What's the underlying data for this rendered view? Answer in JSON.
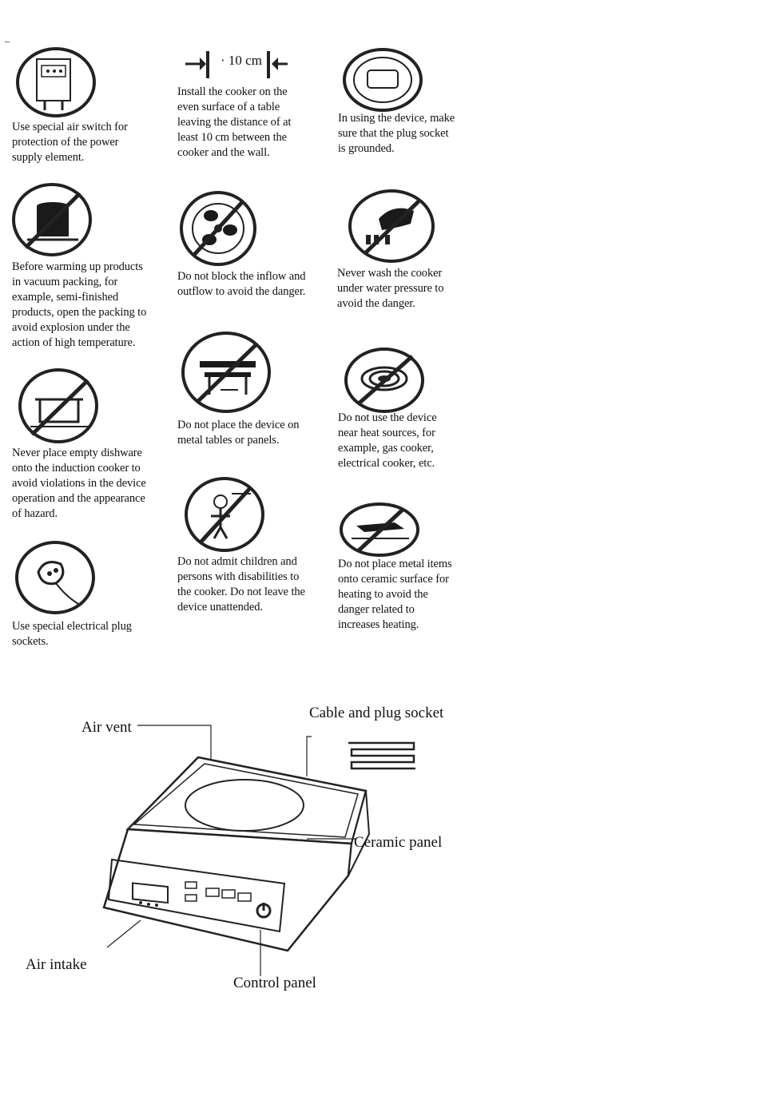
{
  "page_mark": "–",
  "distance_label": "· 10 cm",
  "warnings": [
    {
      "id": "air-switch",
      "icon": "electrical-panel-icon",
      "text": "Use special air switch for\nprotection of the power\nsupply element."
    },
    {
      "id": "distance",
      "icon": "wall-distance-icon",
      "text": "Install the cooker on the\neven surface of a table\nleaving the distance of at\nleast 10 cm between the\ncooker and the wall."
    },
    {
      "id": "grounded",
      "icon": "socket-icon",
      "text": "In using the device, make\nsure that the plug socket\nis grounded."
    },
    {
      "id": "vacuum",
      "icon": "no-vacuum-pack-icon",
      "text": "Before warming up products\nin vacuum packing, for\nexample, semi-finished\nproducts, open the packing to\navoid explosion under the\naction of high temperature."
    },
    {
      "id": "airflow",
      "icon": "no-block-fan-icon",
      "text": "Do not block the inflow and\noutflow to avoid the danger."
    },
    {
      "id": "wash",
      "icon": "no-wash-icon",
      "text": "Never wash the cooker\nunder water pressure to\navoid the danger."
    },
    {
      "id": "metal-table",
      "icon": "no-metal-table-icon",
      "text": "Do not place the device on\nmetal tables or panels."
    },
    {
      "id": "heat-source",
      "icon": "no-heat-source-icon",
      "text": "Do not use the device\nnear heat sources, for\nexample, gas cooker,\nelectrical cooker, etc."
    },
    {
      "id": "empty-dish",
      "icon": "no-empty-pot-icon",
      "text": "Never place empty dishware\nonto the induction cooker to\navoid violations in the device\noperation and the appearance\nof hazard."
    },
    {
      "id": "children",
      "icon": "no-children-icon",
      "text": "Do not admit children and\npersons with disabilities to\nthe cooker. Do not leave the\ndevice unattended."
    },
    {
      "id": "metal-items",
      "icon": "no-metal-items-icon",
      "text": "Do not place metal items\nonto ceramic surface for\nheating to avoid the\ndanger related to\nincreases heating."
    },
    {
      "id": "plug",
      "icon": "plug-icon",
      "text": "Use special electrical plug\nsockets."
    }
  ],
  "diagram": {
    "labels": {
      "air_vent": "Air vent",
      "cable": "Cable and plug socket",
      "ceramic": "Ceramic panel",
      "air_intake": "Air intake",
      "control": "Control panel"
    }
  }
}
